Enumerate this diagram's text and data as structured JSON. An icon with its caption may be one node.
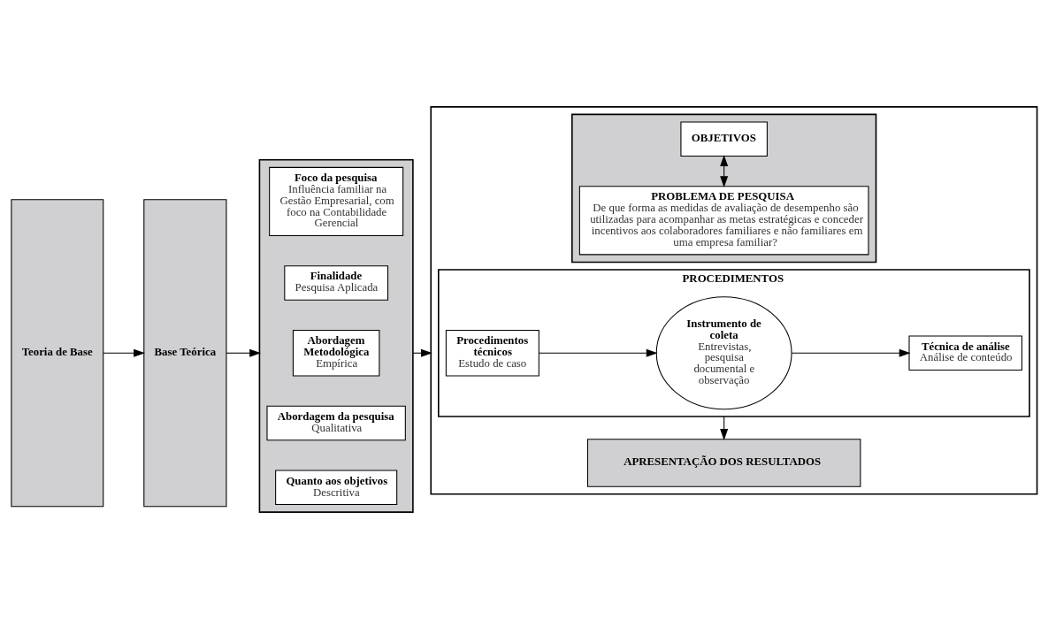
{
  "diagram": {
    "nodes": [
      {
        "text": [
          "Teoria de Base"
        ]
      },
      {
        "text": [
          "Base Teórica"
        ]
      },
      {
        "text": [],
        "shape": "box"
      },
      {
        "text": [
          "Foco da pesquisa",
          "Influência familiar na Gestão Empresarial, com foco na Contabilidade Gerencial"
        ],
        "in": 2
      },
      {
        "text": [
          "Finalidade",
          "Pesquisa Aplicada"
        ],
        "in": 2
      },
      {
        "text": [
          "Abordagem Metodológica",
          "Empírica"
        ],
        "in": 2
      },
      {
        "text": [
          "Abordagem da pesquisa",
          "Qualitativa"
        ],
        "in": 2
      },
      {
        "text": [
          "Quanto aos objetivos",
          "Descritiva"
        ],
        "in": 2
      },
      {
        "text": [],
        "shape": "box"
      },
      {
        "text": [],
        "shape": "box",
        "in": 8
      },
      {
        "text": [
          "PROBLEMA DE PESQUISA",
          "De que forma as medidas de avaliação de desempenho são utilizadas para acompanhar as metas estratégicas e conceder incentivos aos colaboradores familiares e não familiares em uma empresa familiar?"
        ],
        "in": 9
      },
      {
        "text": [
          "OBJETIVOS"
        ],
        "in": 9
      },
      {
        "text": [
          "PROCEDIMENTOS"
        ],
        "in": 8
      },
      {
        "text": [
          "Procedimentos técnicos",
          "Estudo de caso"
        ],
        "in": 12
      },
      {
        "text": [
          "Instrumento de coleta",
          "Entrevistas, pesquisa documental e observação"
        ],
        "in": 12
      },
      {
        "text": [
          "Técnica de análise",
          "Análise de conteúdo"
        ],
        "in": 12
      },
      {
        "text": [
          "APRESENTAÇÃO DOS RESULTADOS"
        ],
        "in": 8
      }
    ],
    "edges": [
      {
        "from": 0,
        "to": 1,
        "arrow": "to"
      },
      {
        "from": 1,
        "to": 2,
        "arrow": "to"
      },
      {
        "from": 2,
        "to": 8,
        "arrow": "to"
      },
      {
        "from": 10,
        "to": 11,
        "arrow": "both"
      },
      {
        "from": 13,
        "to": 14,
        "arrow": "to"
      },
      {
        "from": 14,
        "to": 15,
        "arrow": "to"
      },
      {
        "from": 12,
        "to": 16,
        "arrow": "to"
      }
    ]
  }
}
